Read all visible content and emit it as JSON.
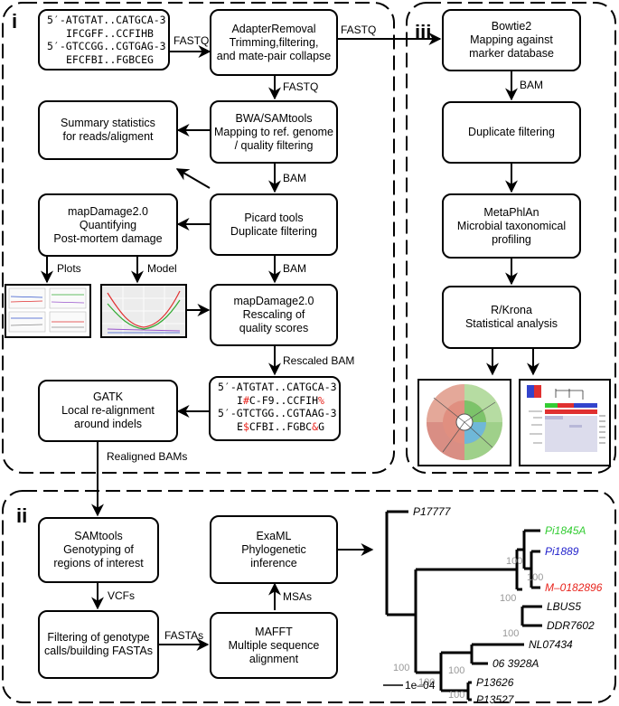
{
  "panels": {
    "i": "i",
    "ii": "ii",
    "iii": "iii"
  },
  "seq_input": {
    "l1": "5′-ATGTAT..CATGCA-3′",
    "l2": "IFCGFF..CCFIHB",
    "l3": "5′-GTCCGG..CGTGAG-3′",
    "l4": "EFCFBI..FGBCEG"
  },
  "adapter": {
    "l1": "AdapterRemoval",
    "l2": "Trimming,filtering,",
    "l3": "and mate-pair collapse"
  },
  "summary": {
    "l1": "Summary statistics",
    "l2": "for reads/aligment"
  },
  "bwa": {
    "l1": "BWA/SAMtools",
    "l2": "Mapping to ref. genome",
    "l3": "/ quality filtering"
  },
  "mapdamage_q": {
    "l1": "mapDamage2.0",
    "l2": "Quantifying",
    "l3": "Post-mortem damage"
  },
  "picard": {
    "l1": "Picard tools",
    "l2": "Duplicate filtering"
  },
  "mapdamage_r": {
    "l1": "mapDamage2.0",
    "l2": "Rescaling of",
    "l3": "quality scores"
  },
  "gatk": {
    "l1": "GATK",
    "l2": "Local re-alignment",
    "l3": "around indels"
  },
  "seq_rescaled": {
    "l1": "5′-ATGTAT..CATGCA-3′",
    "l2a": "I",
    "l2b": "#",
    "l2c": "C-F9..CCFIH",
    "l2d": "%",
    "l3": "5′-GTCTGG..CGTAAG-3′",
    "l4a": "E",
    "l4b": "$",
    "l4c": "CFBI..FGBC",
    "l4d": "&",
    "l4e": "G"
  },
  "bowtie": {
    "l1": "Bowtie2",
    "l2": "Mapping against",
    "l3": "marker database"
  },
  "dupfilter": {
    "l1": "Duplicate filtering"
  },
  "metaphlan": {
    "l1": "MetaPhlAn",
    "l2": "Microbial taxonomical",
    "l3": "profiling"
  },
  "rkrona": {
    "l1": "R/Krona",
    "l2": "Statistical analysis"
  },
  "samtools": {
    "l1": "SAMtools",
    "l2": "Genotyping of",
    "l3": "regions of interest"
  },
  "filtering": {
    "l1": "Filtering of genotype",
    "l2": "calls/building FASTAs"
  },
  "examl": {
    "l1": "ExaML",
    "l2": "Phylogenetic",
    "l3": "inference"
  },
  "mafft": {
    "l1": "MAFFT",
    "l2": "Multiple sequence",
    "l3": "alignment"
  },
  "arrow_labels": {
    "fastq1": "FASTQ",
    "fastq2": "FASTQ",
    "fastq3": "FASTQ",
    "bam1": "BAM",
    "bam2": "BAM",
    "bam3": "BAM",
    "plots": "Plots",
    "model": "Model",
    "rescaled_bam": "Rescaled BAM",
    "realigned": "Realigned BAMs",
    "vcfs": "VCFs",
    "fastas": "FASTAs",
    "msas": "MSAs"
  },
  "tree": {
    "leaves": [
      "P17777",
      "Pi1845A",
      "Pi1889",
      "M–0182896",
      "LBUS5",
      "DDR7602",
      "NL07434",
      "06 3928A",
      "P13626",
      "P13527"
    ],
    "leaf_colors": [
      "#000000",
      "#33cc33",
      "#2222cc",
      "#e8231c",
      "#000000",
      "#000000",
      "#000000",
      "#000000",
      "#000000",
      "#000000"
    ],
    "bootstrap": [
      "100",
      "100",
      "100",
      "100",
      "100",
      "100",
      "100",
      "100"
    ],
    "scale": "1e–04",
    "bootstrap_color": "#999999"
  }
}
